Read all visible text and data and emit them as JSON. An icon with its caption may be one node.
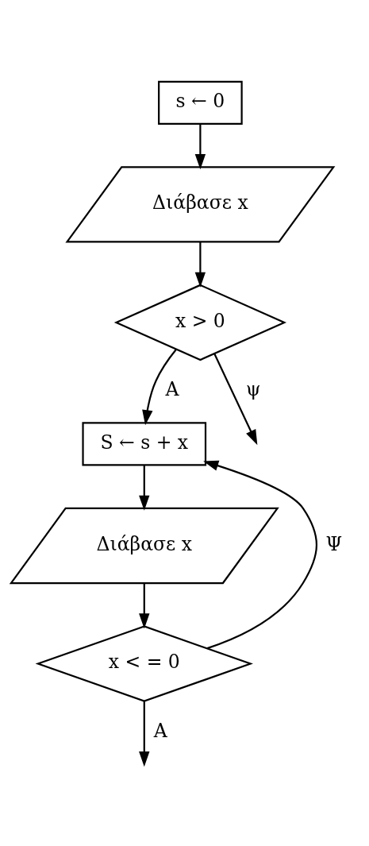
{
  "diagram": {
    "nodes": [
      {
        "text": [
          "s ← 0"
        ]
      },
      {
        "text": [
          "Διάβασε x"
        ]
      },
      {
        "text": [
          "x > 0"
        ]
      },
      {
        "text": [
          "S ← s + x"
        ]
      },
      {
        "text": [
          "Διάβασε x"
        ]
      },
      {
        "text": [
          "x < = 0"
        ]
      }
    ],
    "edges": [
      {
        "from": 0,
        "to": 1,
        "arrow": "to"
      },
      {
        "from": 1,
        "to": 2,
        "arrow": "to"
      },
      {
        "from": 2,
        "to": 3,
        "arrow": "to",
        "label": "Α"
      },
      {
        "from": 2,
        "to": null,
        "arrow": "to",
        "label": "ψ"
      },
      {
        "from": 3,
        "to": 4,
        "arrow": "to"
      },
      {
        "from": 4,
        "to": 5,
        "arrow": "to"
      },
      {
        "from": 5,
        "to": 3,
        "arrow": "to",
        "label": "Ψ"
      },
      {
        "from": 5,
        "to": null,
        "arrow": "to",
        "label": "Α"
      }
    ]
  }
}
